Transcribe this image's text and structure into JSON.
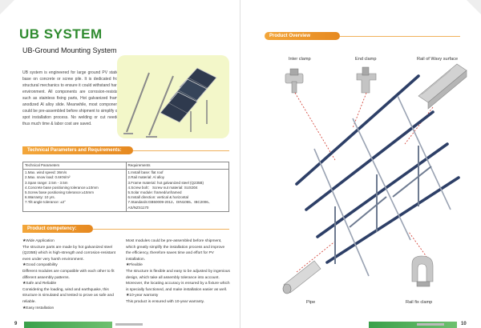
{
  "left_page": {
    "title": "UB SYSTEM",
    "subtitle": "UB-Ground Mounting System",
    "intro": "UB system is engineered for large ground PV station base on concrete or screw pile. It is dedicated from structural mechanics to ensure it could withstand harsh environment. All components are corrosion-resistant such as stainless fixing parts, Hot galvanized frame, anodized Al alloy slide. Meanwhile, most components could be pre-assembled before shipment to simplify on-spot installation process. No welding or cut needed thus much time & labor cost are saved.",
    "tech_heading": "Technical Parameters and Requirements:",
    "table": {
      "headers": [
        "Technical Parameters",
        "Requirements"
      ],
      "left": [
        "1.Max. wind speed: 36m/s",
        "2.Max. snow load: 0.6KN/m²",
        "3.Span range: 2.5m - 3.5m",
        "4.Concrete base positioning tolerance:±10mm",
        "5.Screw base positioning tolerance:±15mm",
        "6.Warranty: 10 yrs.",
        "7.Tilt angle tolerance: ±2°"
      ],
      "right": [
        "1.Install base: flat roof",
        "2.Rail material: Al alloy",
        "3.Frame material: hot galvanized steel (Q235B)",
        "4.Screw bolt： Screw nut material: SUS304",
        "5.Solar module: framed/unframed",
        "6.Install direction: vertical & horizontal",
        "7.Standards:GB50009-2012、DIN1055、IBC2006、",
        "AS/NZS1170"
      ]
    },
    "comp_heading": "Product competency:",
    "comp_left": [
      "★Wide Application",
      "The structure parts are made by hot galvanized steel (Q235B) which is high-strength and corrosion-resistant even under very harsh environment.",
      "★Good compatibility",
      "Different modules are compatible with each other to fit different assembly patterns.",
      "★Safe and Reliable",
      "Considering the loading, wind and earthquake, this structure is simulated and tested to prove as safe and reliable.",
      "★Easy Installation"
    ],
    "comp_right": [
      "Most modules could be pre-assembled before shipment, which greatly simplify the installation process and improve the efficiency, therefore saves time and effort for PV installation.",
      "★Flexible",
      "The structure is flexible and easy to be adjusted by ingenious design, which take all assembly tolerance into account. Moreover, the locating accuracy is ensured by a fixture which is specially functioned, and make installation easier as well.",
      "★10-year warranty",
      "This product is ensured with 10-year warranty."
    ],
    "page_number": "9"
  },
  "right_page": {
    "overview_heading": "Product Overview",
    "labels": {
      "inter_clamp": "Inter clamp",
      "end_clamp": "End clamp",
      "rail": "Rail of Wavy surface",
      "pipe": "Pipe",
      "rail_fix": "Rail fix clamp"
    },
    "page_number": "10"
  },
  "colors": {
    "title_green": "#2f8b2f",
    "banner_orange": "#e68920",
    "frame_blue": "#2d3f67"
  }
}
